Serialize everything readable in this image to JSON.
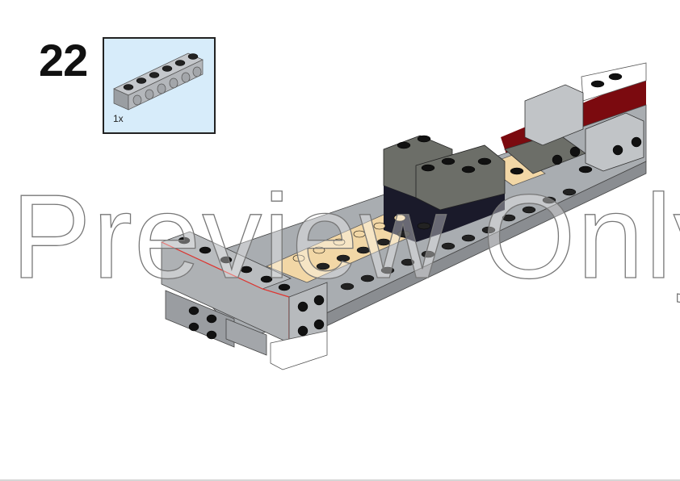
{
  "page": {
    "step_number": "22",
    "parts_callout": {
      "items": [
        {
          "part": "Technic brick 1x6 with holes",
          "color": "light bluish gray",
          "quantity": "1x"
        }
      ],
      "background": "#d7ecfa"
    },
    "watermark": "Preview Only"
  },
  "colors": {
    "light_gray": "#a9adb1",
    "dark_gray": "#6c6e68",
    "tan": "#f2d7a6",
    "dark_red": "#7b0a0f",
    "black": "#141414",
    "white": "#ffffff",
    "outline_highlight": "#e3342f"
  }
}
